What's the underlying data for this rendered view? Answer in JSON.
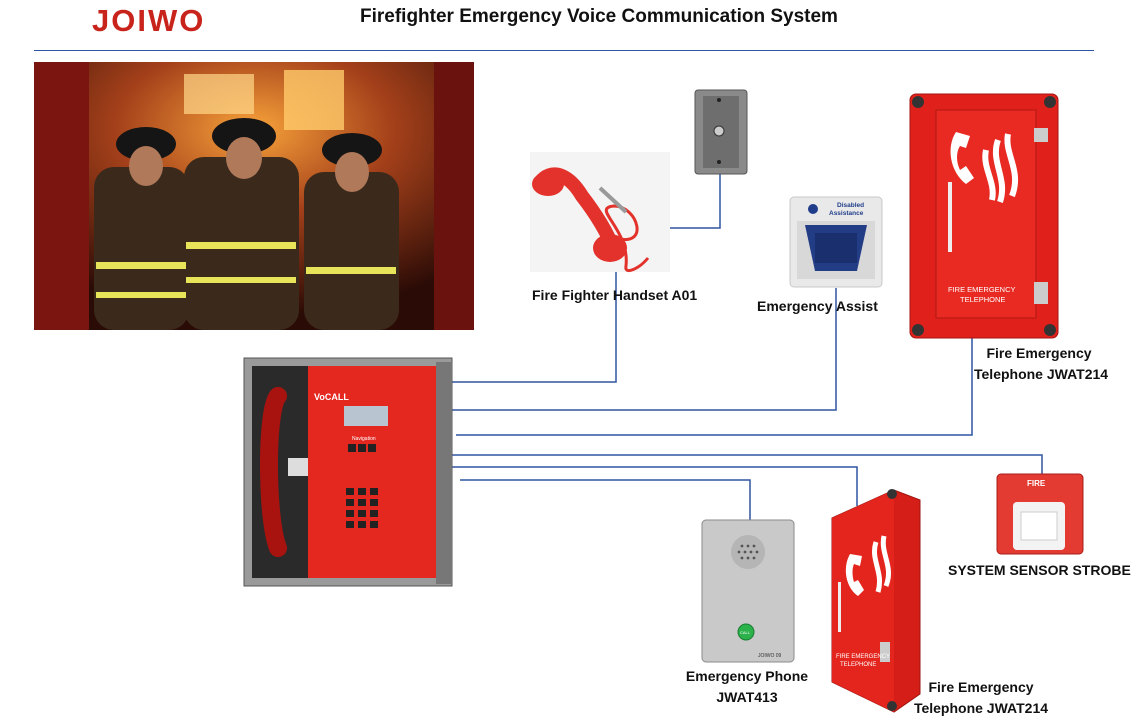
{
  "header": {
    "brand": "JOIWO",
    "title": "Firefighter Emergency Voice Communication  System"
  },
  "devices": {
    "handset": {
      "label": "Fire Fighter Handset A01"
    },
    "assist": {
      "label": "Emergency Assist",
      "sign_text_1": "Disabled",
      "sign_text_2": "Assistance"
    },
    "fet_top": {
      "label_1": "Fire Emergency",
      "label_2": "Telephone JWAT214",
      "door_text_1": "FIRE EMERGENCY",
      "door_text_2": "TELEPHONE"
    },
    "fet_bottom": {
      "label_1": "Fire Emergency",
      "label_2": "Telephone JWAT214",
      "door_text_1": "FIRE EMERGENCY",
      "door_text_2": "TELEPHONE"
    },
    "emergency_phone": {
      "label_1": "Emergency Phone",
      "label_2": "JWAT413",
      "button_text": "CALL",
      "plate_text": "JOIWO 09"
    },
    "strobe": {
      "label": "SYSTEM SENSOR STROBE",
      "face_text": "FIRE"
    },
    "master": {
      "brand_text": "VoCALL",
      "nav_text": "Navigation"
    }
  },
  "colors": {
    "wire": "#2e55a4",
    "red": "#e0211b",
    "brand_red": "#c8241c"
  }
}
